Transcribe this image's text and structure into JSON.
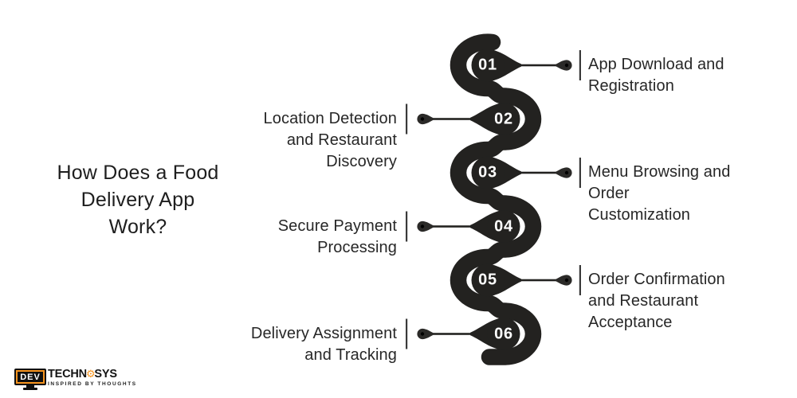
{
  "title": {
    "full": "How Does a Food Delivery App Work?",
    "lines": [
      "How Does a Food",
      "Delivery App",
      "Work?"
    ]
  },
  "steps": [
    {
      "number": "01",
      "side": "right",
      "label": "App Download and Registration",
      "lines": [
        "App Download and",
        "Registration"
      ]
    },
    {
      "number": "02",
      "side": "left",
      "label": "Location Detection and Restaurant Discovery",
      "lines": [
        "Location Detection",
        "and Restaurant",
        "Discovery"
      ]
    },
    {
      "number": "03",
      "side": "right",
      "label": "Menu Browsing and Order Customization",
      "lines": [
        "Menu Browsing and",
        "Order",
        "Customization"
      ]
    },
    {
      "number": "04",
      "side": "left",
      "label": "Secure Payment Processing",
      "lines": [
        "Secure Payment",
        "Processing"
      ]
    },
    {
      "number": "05",
      "side": "right",
      "label": "Order Confirmation and Restaurant Acceptance",
      "lines": [
        "Order Confirmation",
        "and Restaurant",
        "Acceptance"
      ]
    },
    {
      "number": "06",
      "side": "left",
      "label": "Delivery Assignment and Tracking",
      "lines": [
        "Delivery Assignment",
        "and Tracking"
      ]
    }
  ],
  "logo": {
    "monitor_text": "DEV",
    "name_part1": "TECHN",
    "gear_icon": "⚙",
    "name_part2": "SYS",
    "tagline": "INSPIRED BY THOUGHTS"
  },
  "colors": {
    "ink": "#232220",
    "text": "#272727",
    "accent_orange": "#f7941e",
    "background": "#ffffff"
  }
}
